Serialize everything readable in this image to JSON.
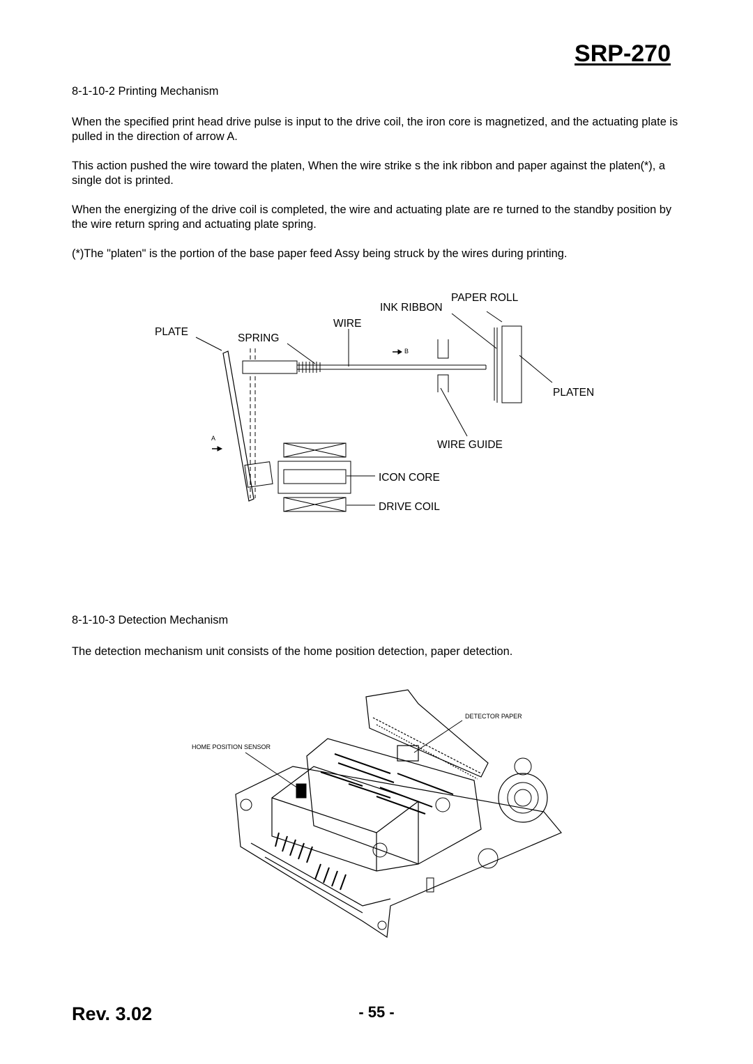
{
  "header": {
    "model": "SRP-270"
  },
  "section1": {
    "heading": "8-1-10-2 Printing Mechanism",
    "p1": "When the specified print head drive pulse is input to the drive coil, the iron core is magnetized, and the actuating plate is pulled in the direction of arrow A.",
    "p2": "This action pushed the wire toward the platen, When the wire strike s the ink ribbon and paper against the platen(*), a single dot is printed.",
    "p3": "When the energizing of the drive coil is completed, the wire and actuating plate are re turned to the standby position by the wire return spring and actuating plate spring.",
    "note": "(*)The \"platen\" is the portion of the base paper feed Assy being struck by the wires during printing."
  },
  "diagram1": {
    "labels": {
      "paper_roll": "PAPER ROLL",
      "ink_ribbon": "INK RIBBON",
      "wire": "WIRE",
      "plate": "PLATE",
      "spring": "SPRING",
      "b": "B",
      "platen": "PLATEN",
      "a": "A",
      "wire_guide": "WIRE GUIDE",
      "icon_core": "ICON CORE",
      "drive_coil": "DRIVE COIL"
    }
  },
  "section2": {
    "heading": "8-1-10-3 Detection Mechanism",
    "p1": "The detection mechanism unit consists of the home position detection, paper detection."
  },
  "diagram2": {
    "labels": {
      "detector_paper": "DETECTOR PAPER",
      "home_position_sensor": "HOME POSITION SENSOR"
    }
  },
  "footer": {
    "rev": "Rev. 3.02",
    "page": "- 55 -"
  }
}
